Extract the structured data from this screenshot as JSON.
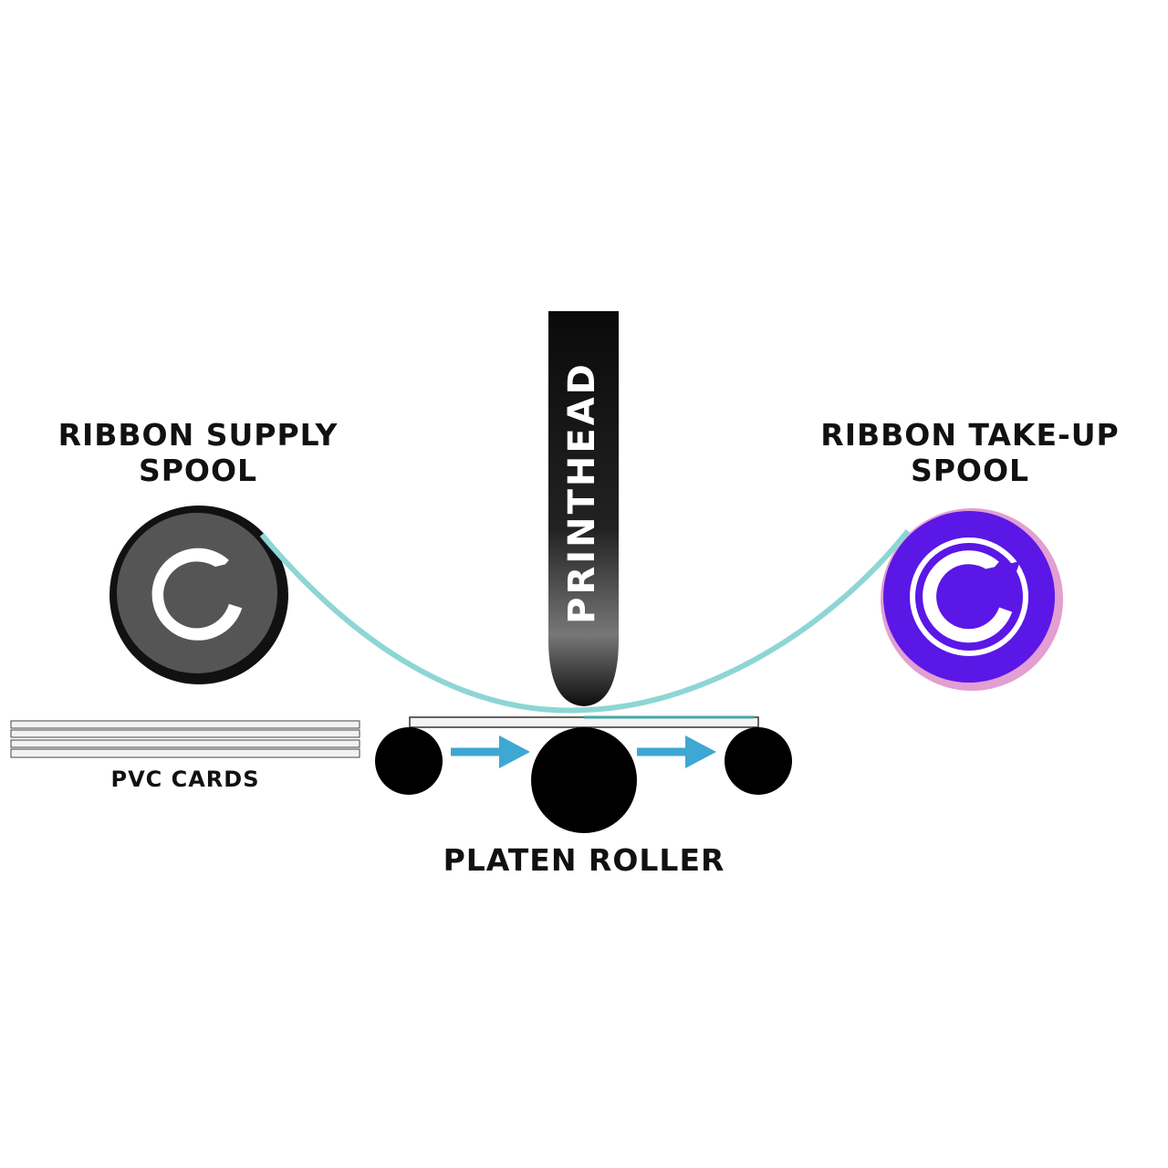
{
  "labels": {
    "supply_spool_line1": "RIBBON SUPPLY",
    "supply_spool_line2": "SPOOL",
    "takeup_spool_line1": "RIBBON TAKE-UP",
    "takeup_spool_line2": "SPOOL",
    "printhead": "PRINTHEAD",
    "pvc_cards": "PVC CARDS",
    "platen_roller": "PLATEN ROLLER"
  },
  "colors": {
    "background": "#ffffff",
    "ribbon": "#8dd6d4",
    "supply_spool": "#555555",
    "takeup_spool": "#5b17e6",
    "takeup_spool_ring": "#e29fd2",
    "rollers": "#000000",
    "arrows": "#3ea7d3",
    "printhead": "#111111",
    "text": "#111111"
  },
  "icons": {
    "supply_spool_icon": "rotate-clockwise-icon",
    "takeup_spool_icon": "rotate-clockwise-icon",
    "feed_arrow_icon": "arrow-right-icon"
  }
}
